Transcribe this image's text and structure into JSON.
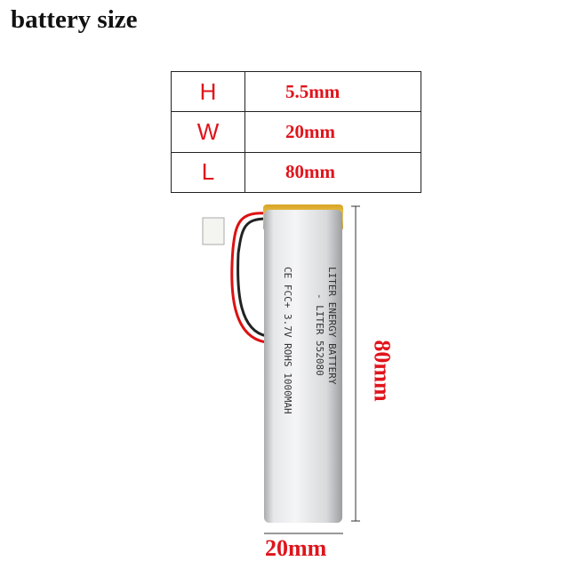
{
  "title": "battery size",
  "table": [
    {
      "key": "H",
      "value": "5.5mm"
    },
    {
      "key": "W",
      "value": "20mm"
    },
    {
      "key": "L",
      "value": "80mm"
    }
  ],
  "dimensions": {
    "length": "80mm",
    "width": "20mm"
  },
  "battery_label": {
    "line1": "LITER ENERGY BATTERY",
    "line2": "- LITER 552080",
    "line3": "CE FCC+ 3.7V ROHS 1000MAH"
  },
  "colors": {
    "accent": "#e0141b"
  }
}
